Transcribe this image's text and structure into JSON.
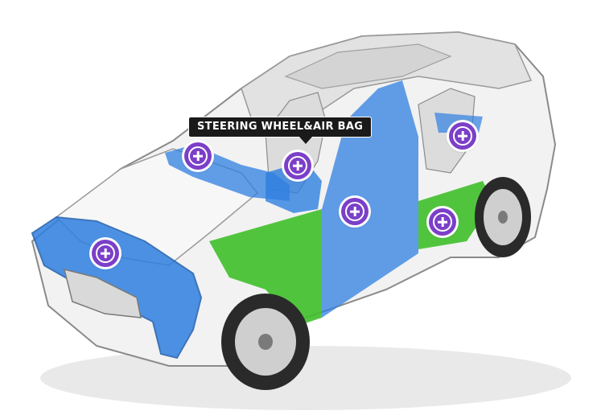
{
  "tooltip": {
    "label": "STEERING WHEEL&AIR BAG"
  },
  "colors": {
    "hotspot": "#7b3fc8",
    "blue_part": "#2e7fe0",
    "green_part": "#3fbf2a",
    "car_body": "#f0f0f0",
    "outline": "#8a8a8a"
  },
  "hotspots": [
    {
      "id": "roof-rail",
      "icon": "plus-circle-icon"
    },
    {
      "id": "steering-wheel-air-bag",
      "icon": "plus-circle-icon"
    },
    {
      "id": "center-pillar",
      "icon": "plus-circle-icon"
    },
    {
      "id": "rear-pillar",
      "icon": "plus-circle-icon"
    },
    {
      "id": "rear-door",
      "icon": "plus-circle-icon"
    },
    {
      "id": "front-end-module",
      "icon": "plus-circle-icon"
    }
  ]
}
